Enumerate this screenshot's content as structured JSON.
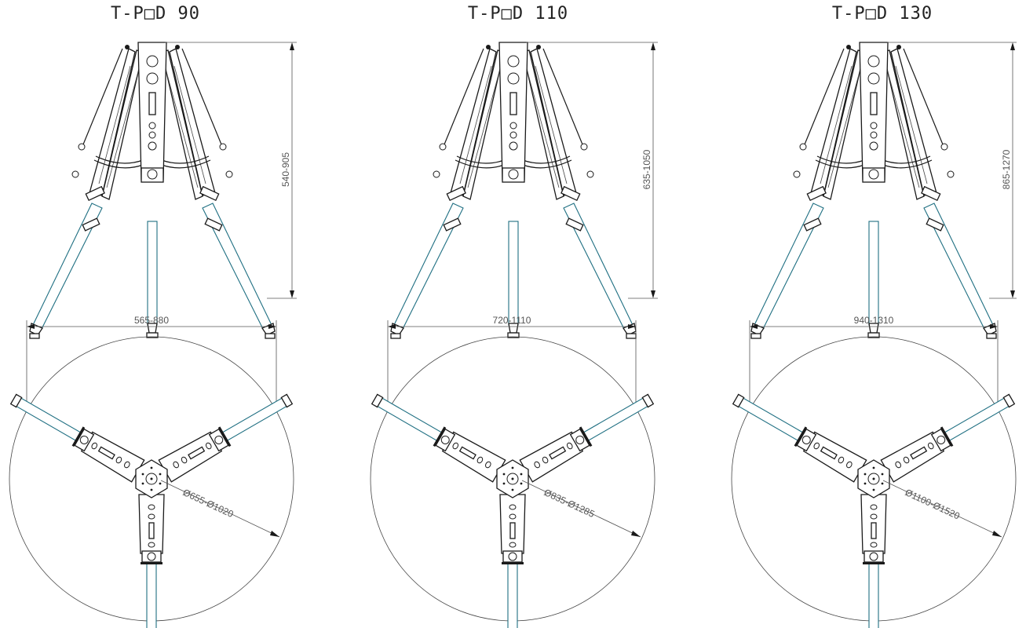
{
  "models": [
    {
      "title": "T-P□D 90",
      "height": "540-905",
      "span": "565-880",
      "diameter": "Ø655-Ø1020"
    },
    {
      "title": "T-P□D 110",
      "height": "635-1050",
      "span": "720-1110",
      "diameter": "Ø835-Ø1285"
    },
    {
      "title": "T-P□D 130",
      "height": "865-1270",
      "span": "940-1310",
      "diameter": "Ø1100-Ø1520"
    }
  ],
  "colors": {
    "line": "#1a1a1a",
    "tube": "#1f6f82",
    "dimension": "#555555"
  }
}
